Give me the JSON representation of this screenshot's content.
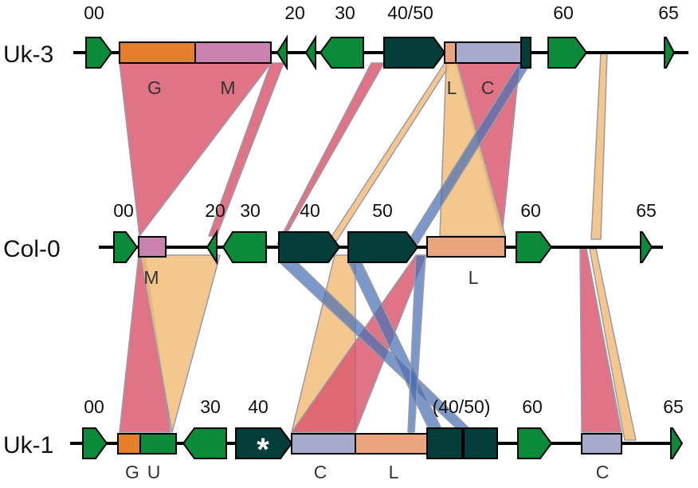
{
  "colors": {
    "green": "#0b8a3a",
    "dark_teal": "#033e3a",
    "orange": "#e57f2b",
    "pink": "#c882ad",
    "lavender": "#a6aacd",
    "salmon": "#e9a47b",
    "link_red": "#d9546b",
    "link_orange": "#f2bd7b",
    "link_blue": "#4a6fb5",
    "backbone": "#000000"
  },
  "tracks": [
    {
      "name": "Uk-3",
      "numbers": [
        "00",
        "20",
        "30",
        "40/50",
        "60",
        "65"
      ],
      "segment_labels": [
        "G",
        "M",
        "L",
        "C"
      ]
    },
    {
      "name": "Col-0",
      "numbers": [
        "00",
        "20",
        "30",
        "40",
        "50",
        "60",
        "65"
      ],
      "segment_labels": [
        "M",
        "L"
      ]
    },
    {
      "name": "Uk-1",
      "numbers": [
        "00",
        "30",
        "40",
        "(40/50)",
        "60",
        "65"
      ],
      "segment_labels": [
        "G",
        "U",
        "C",
        "L",
        "C"
      ],
      "marker": "*"
    }
  ]
}
